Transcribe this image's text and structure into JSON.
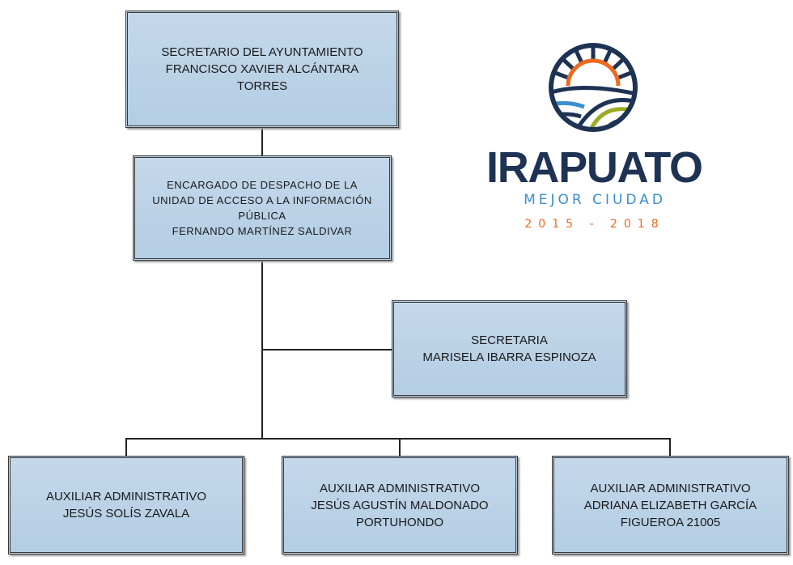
{
  "org_chart": {
    "nodes": [
      {
        "id": "secretario",
        "lines": [
          "SECRETARIO DEL AYUNTAMIENTO",
          "FRANCISCO XAVIER ALCÁNTARA",
          "TORRES"
        ]
      },
      {
        "id": "encargado",
        "lines": [
          "ENCARGADO DE DESPACHO DE LA",
          "UNIDAD DE ACCESO A LA INFORMACIÓN",
          "PÚBLICA",
          "FERNANDO MARTÍNEZ SALDIVAR"
        ]
      },
      {
        "id": "secretaria",
        "lines": [
          "SECRETARIA",
          "MARISELA IBARRA ESPINOZA"
        ]
      },
      {
        "id": "auxiliar1",
        "lines": [
          "AUXILIAR ADMINISTRATIVO",
          "JESÚS SOLÍS ZAVALA"
        ]
      },
      {
        "id": "auxiliar2",
        "lines": [
          "AUXILIAR ADMINISTRATIVO",
          "JESÚS AGUSTÍN MALDONADO",
          "PORTUHONDO"
        ]
      },
      {
        "id": "auxiliar3",
        "lines": [
          "AUXILIAR ADMINISTRATIVO",
          "ADRIANA ELIZABETH GARCÍA",
          "FIGUEROA 21005"
        ]
      }
    ]
  },
  "logo": {
    "name": "IRAPUATO",
    "tagline": "MEJOR CIUDAD",
    "years": "2015 - 2018",
    "colors": {
      "navy": "#1e3354",
      "orange": "#ee6a1f",
      "blue": "#3a8fd0",
      "green": "#9aab22"
    }
  }
}
